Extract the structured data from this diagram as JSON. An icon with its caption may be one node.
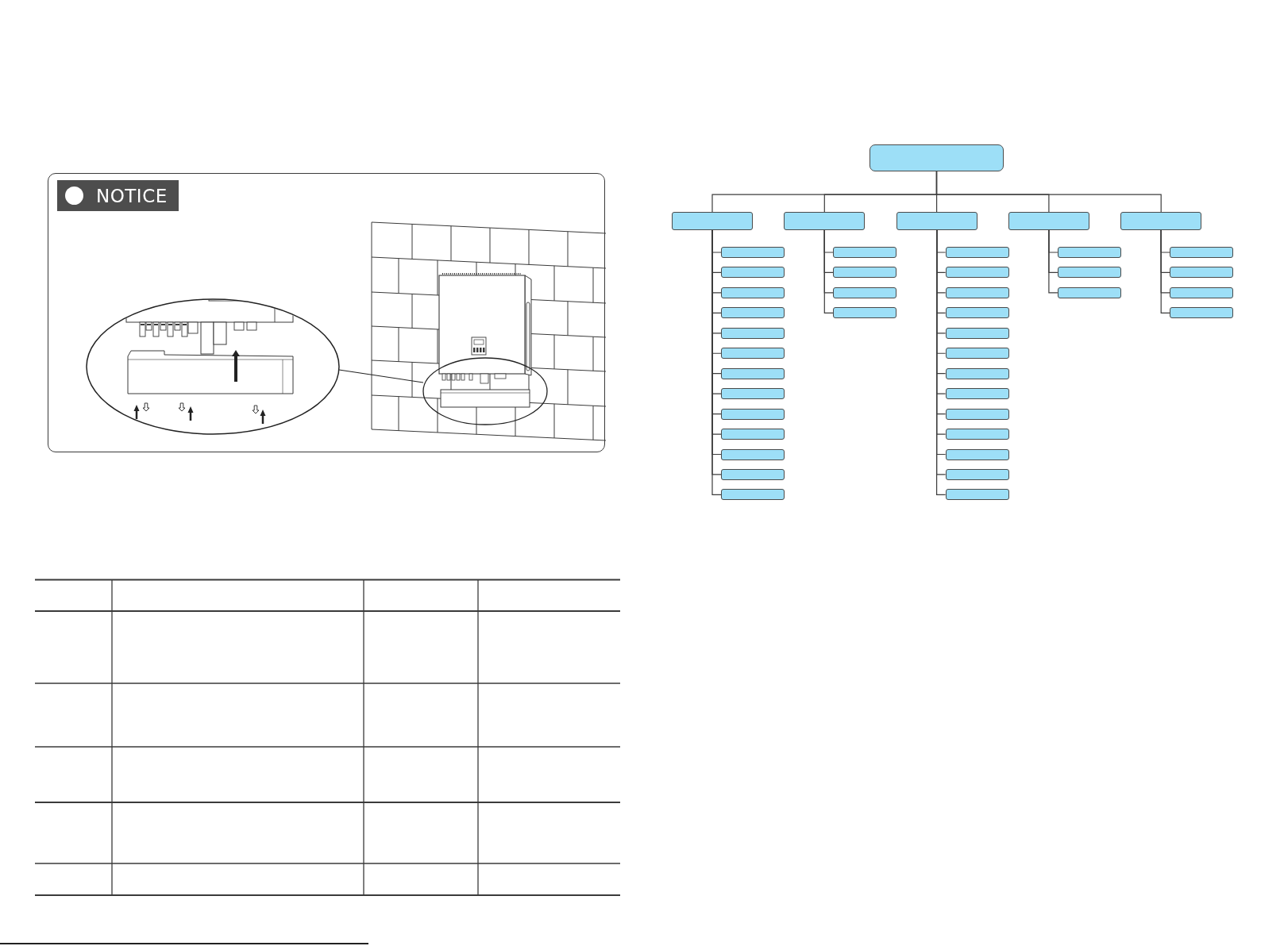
{
  "diagram": {
    "nodes": [
      {
        "text": [
          "NOTICE"
        ]
      },
      {
        "text": [],
        "shape": "box"
      },
      {
        "text": [],
        "shape": "box"
      },
      {
        "text": [],
        "shape": "box"
      },
      {
        "text": [],
        "shape": "box"
      },
      {
        "text": [],
        "shape": "box"
      },
      {
        "text": [],
        "shape": "box"
      },
      {
        "text": [],
        "shape": "box"
      },
      {
        "text": [],
        "shape": "box"
      },
      {
        "text": [],
        "shape": "box"
      },
      {
        "text": [],
        "shape": "box"
      },
      {
        "text": [],
        "shape": "box"
      },
      {
        "text": [],
        "shape": "box"
      },
      {
        "text": [],
        "shape": "box"
      },
      {
        "text": [],
        "shape": "box"
      },
      {
        "text": [],
        "shape": "box"
      },
      {
        "text": [],
        "shape": "box"
      },
      {
        "text": [],
        "shape": "box"
      },
      {
        "text": [],
        "shape": "box"
      },
      {
        "text": [],
        "shape": "box"
      },
      {
        "text": [],
        "shape": "box"
      },
      {
        "text": [],
        "shape": "box"
      },
      {
        "text": [],
        "shape": "box"
      },
      {
        "text": [],
        "shape": "box"
      },
      {
        "text": [],
        "shape": "box"
      },
      {
        "text": [],
        "shape": "box"
      },
      {
        "text": [],
        "shape": "box"
      },
      {
        "text": [],
        "shape": "box"
      },
      {
        "text": [],
        "shape": "box"
      },
      {
        "text": [],
        "shape": "box"
      },
      {
        "text": [],
        "shape": "box"
      },
      {
        "text": [],
        "shape": "box"
      },
      {
        "text": [],
        "shape": "box"
      },
      {
        "text": [],
        "shape": "box"
      },
      {
        "text": [],
        "shape": "box"
      },
      {
        "text": [],
        "shape": "box"
      },
      {
        "text": [],
        "shape": "box"
      },
      {
        "text": [],
        "shape": "box"
      },
      {
        "text": [],
        "shape": "box"
      },
      {
        "text": [],
        "shape": "box"
      },
      {
        "text": [],
        "shape": "box"
      },
      {
        "text": [],
        "shape": "box"
      },
      {
        "text": [],
        "shape": "box"
      },
      {
        "text": [],
        "shape": "box"
      }
    ],
    "edges": [
      {
        "from": 1,
        "to": 2,
        "arrow": "none"
      },
      {
        "from": 1,
        "to": 3,
        "arrow": "none"
      },
      {
        "from": 1,
        "to": 4,
        "arrow": "none"
      },
      {
        "from": 1,
        "to": 5,
        "arrow": "none"
      },
      {
        "from": 1,
        "to": 6,
        "arrow": "none"
      },
      {
        "from": 2,
        "to": 7,
        "arrow": "none"
      },
      {
        "from": 2,
        "to": 8,
        "arrow": "none"
      },
      {
        "from": 2,
        "to": 9,
        "arrow": "none"
      },
      {
        "from": 2,
        "to": 10,
        "arrow": "none"
      },
      {
        "from": 2,
        "to": 11,
        "arrow": "none"
      },
      {
        "from": 2,
        "to": 12,
        "arrow": "none"
      },
      {
        "from": 2,
        "to": 13,
        "arrow": "none"
      },
      {
        "from": 2,
        "to": 14,
        "arrow": "none"
      },
      {
        "from": 2,
        "to": 15,
        "arrow": "none"
      },
      {
        "from": 2,
        "to": 16,
        "arrow": "none"
      },
      {
        "from": 2,
        "to": 17,
        "arrow": "none"
      },
      {
        "from": 2,
        "to": 18,
        "arrow": "none"
      },
      {
        "from": 2,
        "to": 19,
        "arrow": "none"
      },
      {
        "from": 3,
        "to": 20,
        "arrow": "none"
      },
      {
        "from": 3,
        "to": 21,
        "arrow": "none"
      },
      {
        "from": 3,
        "to": 22,
        "arrow": "none"
      },
      {
        "from": 3,
        "to": 23,
        "arrow": "none"
      },
      {
        "from": 4,
        "to": 24,
        "arrow": "none"
      },
      {
        "from": 4,
        "to": 25,
        "arrow": "none"
      },
      {
        "from": 4,
        "to": 26,
        "arrow": "none"
      },
      {
        "from": 4,
        "to": 27,
        "arrow": "none"
      },
      {
        "from": 4,
        "to": 28,
        "arrow": "none"
      },
      {
        "from": 4,
        "to": 29,
        "arrow": "none"
      },
      {
        "from": 4,
        "to": 30,
        "arrow": "none"
      },
      {
        "from": 4,
        "to": 31,
        "arrow": "none"
      },
      {
        "from": 4,
        "to": 32,
        "arrow": "none"
      },
      {
        "from": 4,
        "to": 33,
        "arrow": "none"
      },
      {
        "from": 4,
        "to": 34,
        "arrow": "none"
      },
      {
        "from": 4,
        "to": 35,
        "arrow": "none"
      },
      {
        "from": 4,
        "to": 36,
        "arrow": "none"
      },
      {
        "from": 5,
        "to": 37,
        "arrow": "none"
      },
      {
        "from": 5,
        "to": 38,
        "arrow": "none"
      },
      {
        "from": 5,
        "to": 39,
        "arrow": "none"
      },
      {
        "from": 6,
        "to": 40,
        "arrow": "none"
      },
      {
        "from": 6,
        "to": 41,
        "arrow": "none"
      },
      {
        "from": 6,
        "to": 42,
        "arrow": "none"
      },
      {
        "from": 6,
        "to": 43,
        "arrow": "none"
      }
    ]
  }
}
